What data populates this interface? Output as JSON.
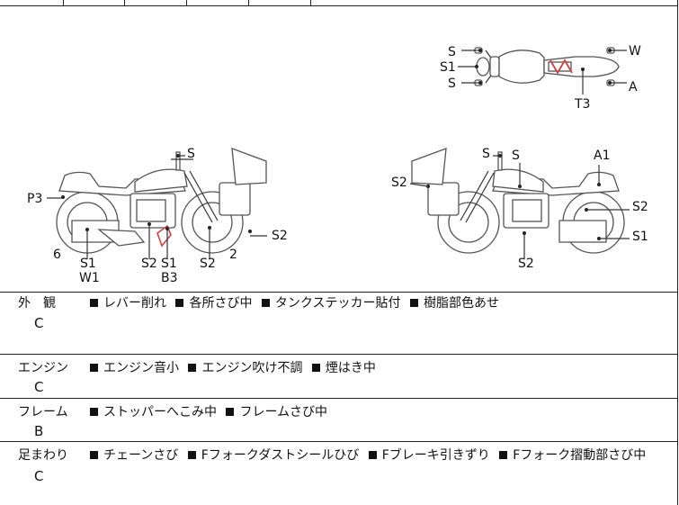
{
  "diagram": {
    "top_view_labels": [
      "S",
      "S1",
      "S",
      "W",
      "A",
      "T3"
    ],
    "left_side_labels": [
      "S",
      "P3",
      "6",
      "S1",
      "W1",
      "S2",
      "S1",
      "B3",
      "S2",
      "2",
      "S2"
    ],
    "right_side_labels": [
      "S",
      "S",
      "A1",
      "S2",
      "S2",
      "S1",
      "S2"
    ]
  },
  "rows": [
    {
      "category": "外　観",
      "grade": "C",
      "items": [
        "レバー削れ",
        "各所さび中",
        "タンクステッカー貼付",
        "樹脂部色あせ"
      ]
    },
    {
      "category": "エンジン",
      "grade": "C",
      "items": [
        "エンジン音小",
        "エンジン吹け不調",
        "煙はき中"
      ]
    },
    {
      "category": "フレーム",
      "grade": "B",
      "items": [
        "ストッパーへこみ中",
        "フレームさび中"
      ]
    },
    {
      "category": "足まわり",
      "grade": "C",
      "items": [
        "チェーンさび",
        "Fフォークダストシールひび",
        "Fブレーキ引きずり",
        "Fフォーク摺動部さび中"
      ]
    }
  ]
}
